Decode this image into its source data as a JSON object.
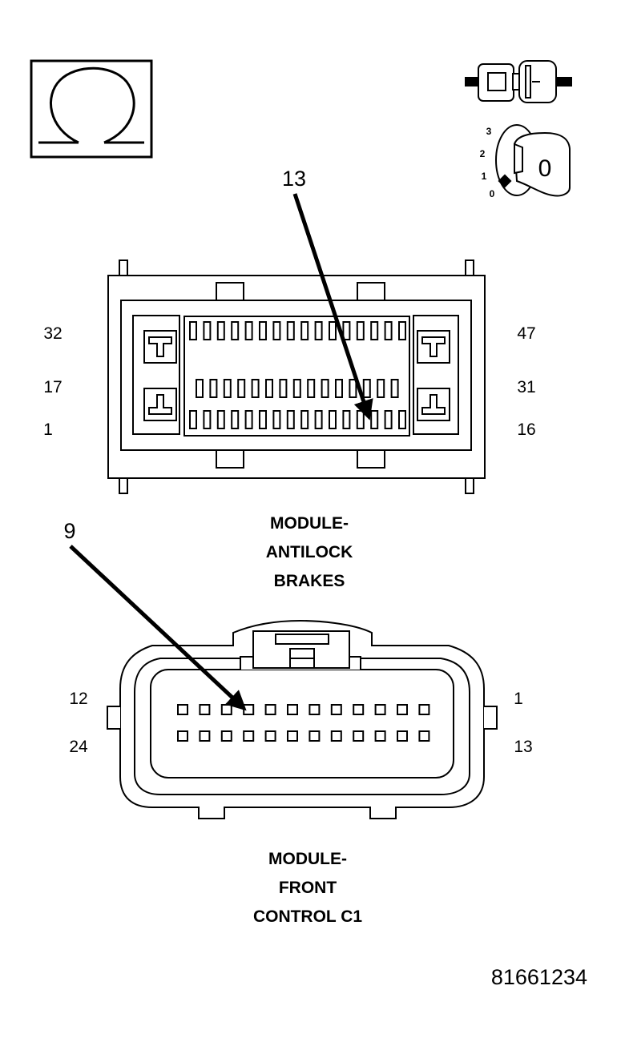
{
  "ignition": {
    "positions": [
      "3",
      "2",
      "1",
      "0"
    ],
    "key_label": "0"
  },
  "abs_connector": {
    "callout": "13",
    "pin_labels": {
      "top_left": "32",
      "mid_left": "17",
      "bot_left": "1",
      "top_right": "47",
      "mid_right": "31",
      "bot_right": "16"
    },
    "caption": [
      "MODULE-",
      "ANTILOCK",
      "BRAKES"
    ]
  },
  "fcm_connector": {
    "callout": "9",
    "pin_labels": {
      "top_left": "12",
      "bot_left": "24",
      "top_right": "1",
      "bot_right": "13"
    },
    "caption": [
      "MODULE-",
      "FRONT",
      "CONTROL C1"
    ]
  },
  "figure_number": "81661234",
  "icons": [
    "ohm-icon",
    "connector-icon",
    "ignition-key-icon"
  ]
}
